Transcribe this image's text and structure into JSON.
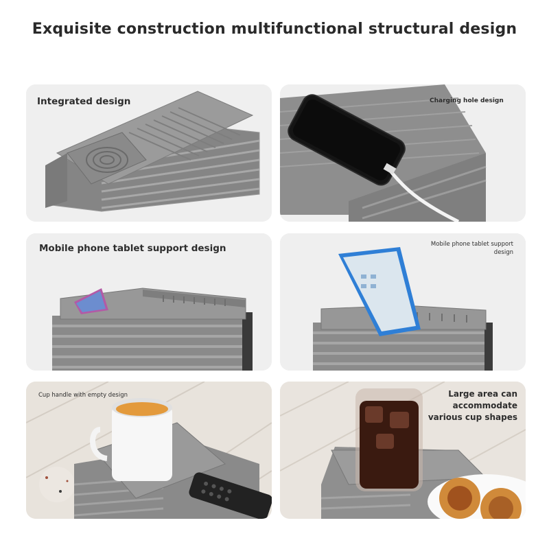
{
  "title": "Exquisite construction multifunctional structural design",
  "panels": [
    {
      "caption": "Integrated design"
    },
    {
      "caption": "Charging hole design"
    },
    {
      "caption": "Mobile phone tablet support design"
    },
    {
      "caption_line1": "Mobile phone tablet support",
      "caption_line2": "design"
    },
    {
      "caption": "Cup handle with empty design"
    },
    {
      "caption_line1": "Large area can",
      "caption_line2": "accommodate",
      "caption_line3": "various cup shapes"
    }
  ],
  "colors": {
    "organizer_gray": "#8f8f8f",
    "organizer_dark": "#6f6f6f",
    "panel_bg": "#eeeeee",
    "floor_marble": "#e9e4de",
    "drink": "#3a1a10",
    "tablet_blue": "#2f7fd6"
  }
}
